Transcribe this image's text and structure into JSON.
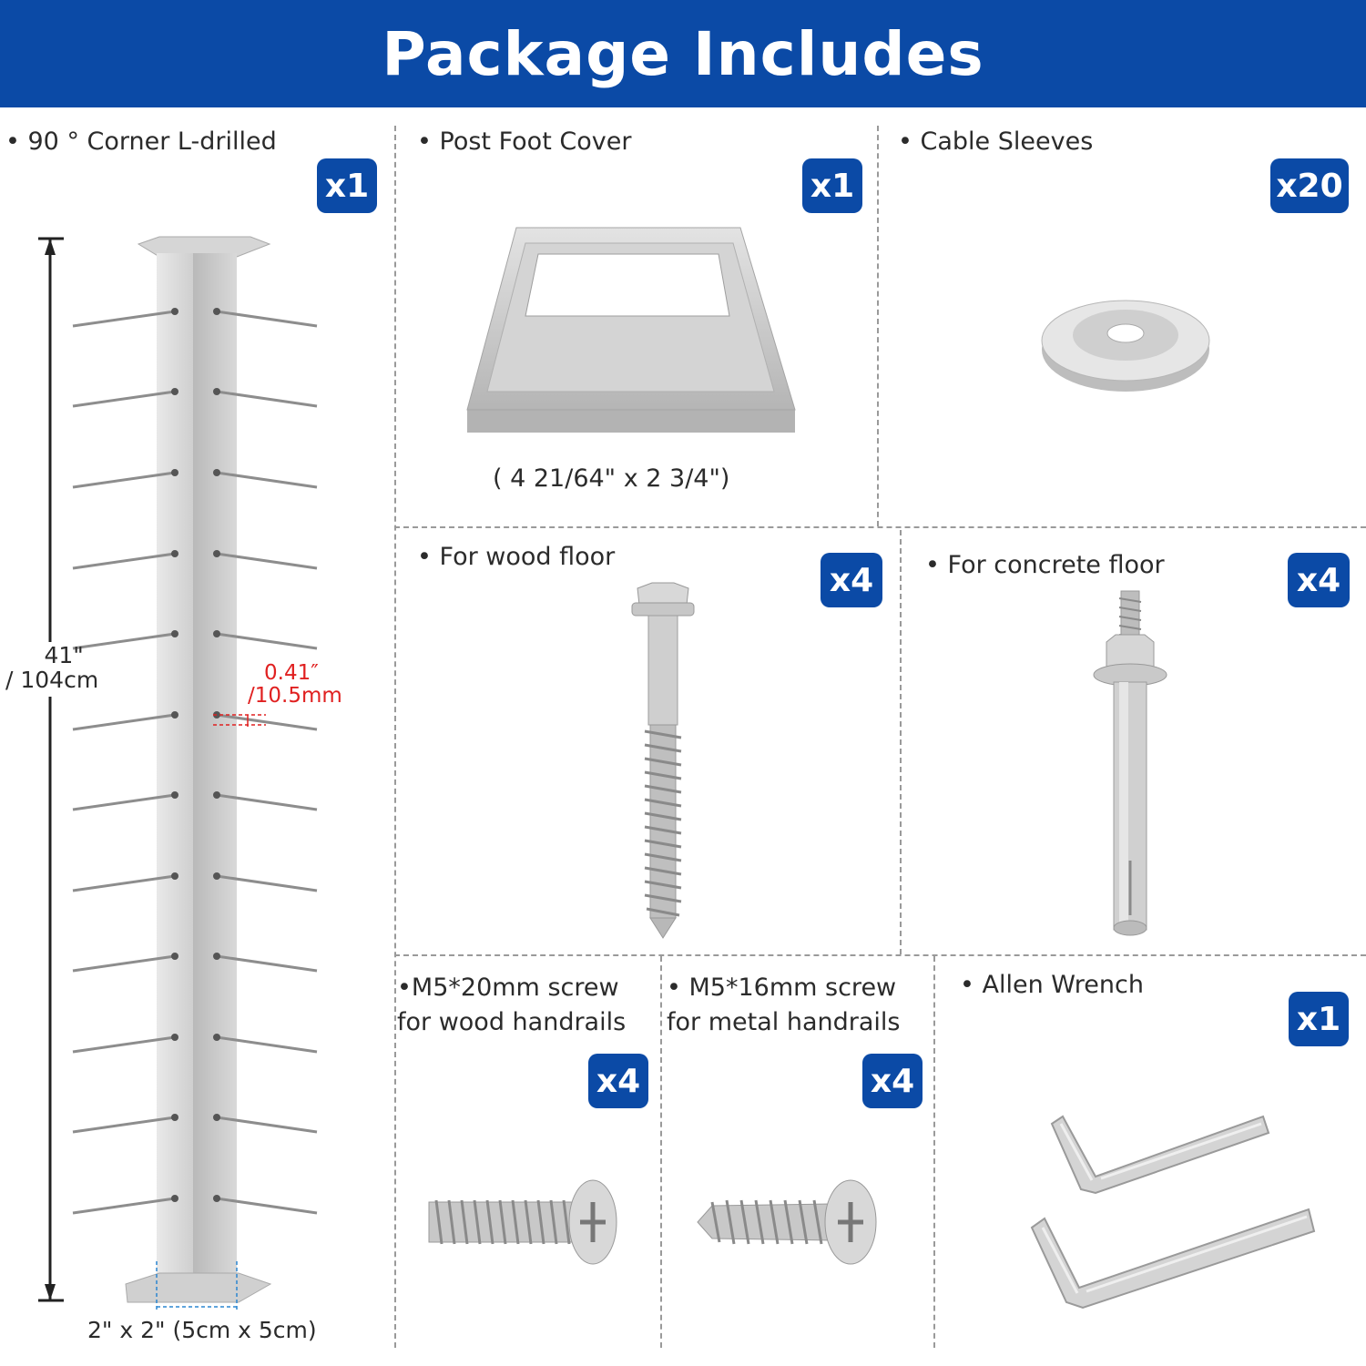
{
  "header": {
    "title": "Package Includes"
  },
  "items": {
    "corner_post": {
      "label": "• 90 ° Corner L-drilled",
      "qty": "x1",
      "height_line1": "41\"",
      "height_line2": "/ 104cm",
      "hole_line1": "0.41″",
      "hole_line2": "/10.5mm",
      "size": "2\" x 2\" (5cm x 5cm)"
    },
    "foot_cover": {
      "label": "• Post Foot Cover",
      "qty": "x1",
      "size": "( 4 21/64\" x 2 3/4\")"
    },
    "cable_sleeves": {
      "label": "• Cable Sleeves",
      "qty": "x20"
    },
    "wood_floor": {
      "label": "• For wood floor",
      "qty": "x4"
    },
    "concrete_floor": {
      "label": "• For concrete floor",
      "qty": "x4"
    },
    "m5_20": {
      "line1": "•M5*20mm screw",
      "line2": " for wood handrails",
      "qty": "x4"
    },
    "m5_16": {
      "line1": "• M5*16mm screw",
      "line2": "  for metal handrails",
      "qty": "x4"
    },
    "allen": {
      "label": "• Allen Wrench",
      "qty": "x1"
    }
  },
  "colors": {
    "brand_blue": "#0b4aa6",
    "dimension_red": "#e02020",
    "steel": "#c9c9c9"
  },
  "icons": [
    "corner-post-image",
    "foot-cover-image",
    "cable-sleeve-image",
    "lag-screw-image",
    "anchor-bolt-image",
    "m5-20-screw-image",
    "m5-16-screw-image",
    "allen-wrench-image"
  ]
}
